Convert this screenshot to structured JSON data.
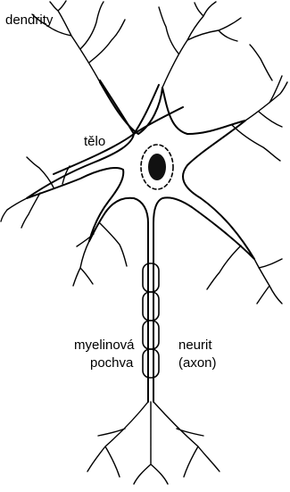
{
  "labels": {
    "dendrites": "dendrity",
    "body": "tělo",
    "myelin_line1": "myelinová",
    "myelin_line2": "pochva",
    "neurite_line1": "neurit",
    "neurite_line2": "(axon)"
  }
}
